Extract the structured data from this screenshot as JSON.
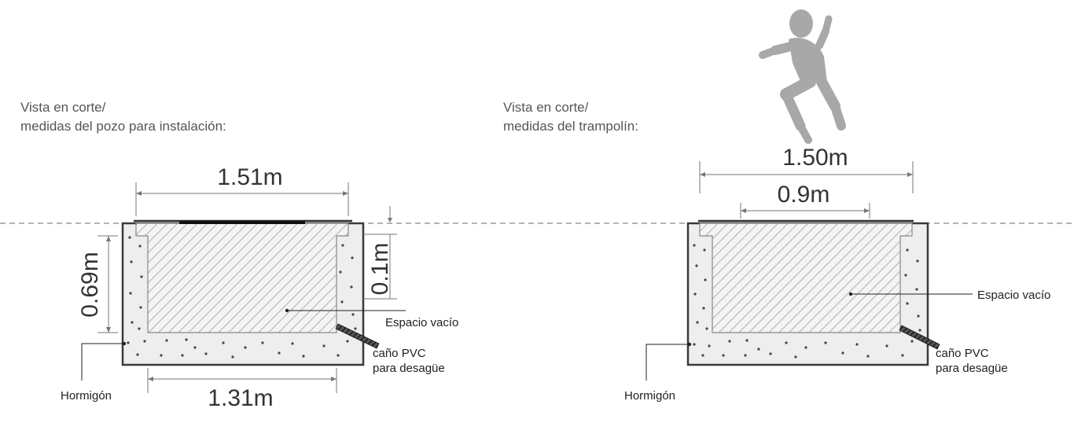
{
  "pit": {
    "caption_line1": "Vista en corte/",
    "caption_line2": "medidas del pozo para instalación:",
    "dim_top": "1.51m",
    "dim_bottom": "1.31m",
    "dim_depth": "0.69m",
    "dim_wall": "0.1m",
    "label_void": "Espacio vacío",
    "label_pipe_line1": "caño PVC",
    "label_pipe_line2": "para desagüe",
    "label_concrete": "Hormigón"
  },
  "trampoline": {
    "caption_line1": "Vista en corte/",
    "caption_line2": "medidas del trampolín:",
    "dim_outer": "1.50m",
    "dim_inner": "0.9m",
    "label_void": "Espacio vacío",
    "label_pipe_line1": "caño PVC",
    "label_pipe_line2": "para desagüe",
    "label_concrete": "Hormigón"
  },
  "colors": {
    "concrete": "#eeeeee",
    "void_fill": "#f4f4f4",
    "hatch": "#b3b3b3",
    "outline": "#3a3a3a",
    "figure": "#a8a8a8"
  },
  "icons": {
    "child": "jumping-child-silhouette",
    "pipe": "pvc-pipe",
    "ground": "ground-level-dashed-line"
  }
}
